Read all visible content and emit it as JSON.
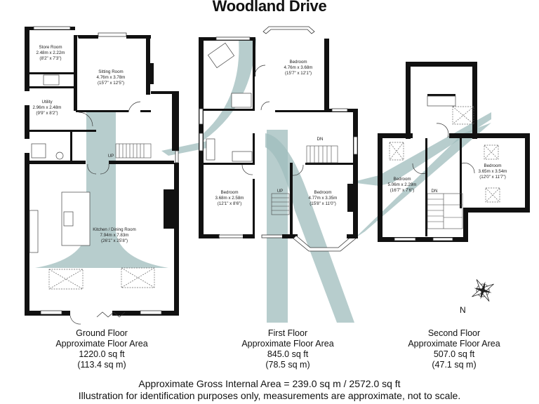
{
  "title": "Woodland Drive",
  "ground_floor": {
    "rooms": [
      {
        "name": "Store Room",
        "metric": "2.48m x 2.22m",
        "imperial": "(8'2\" x 7'3\")"
      },
      {
        "name": "Sitting Room",
        "metric": "4.76m x 3.78m",
        "imperial": "(15'7\" x 12'5\")"
      },
      {
        "name": "Utility",
        "metric": "2.96m x 2.48m",
        "imperial": "(9'9\" x 8'2\")"
      },
      {
        "name": "Kitchen / Dining Room",
        "metric": "7.94m x 7.83m",
        "imperial": "(26'1\" x 25'8\")"
      }
    ],
    "stairs": "UP",
    "label": "Ground Floor",
    "area_label": "Approximate Floor Area",
    "sqft": "1220.0 sq ft",
    "sqm": "(113.4 sq m)"
  },
  "first_floor": {
    "rooms": [
      {
        "name": "Bedroom",
        "metric": "4.76m x 3.68m",
        "imperial": "(15'7\" x 12'1\")"
      },
      {
        "name": "Bedroom",
        "metric": "3.68m x 2.58m",
        "imperial": "(12'1\" x 8'6\")"
      },
      {
        "name": "Bedroom",
        "metric": "4.77m x 3.35m",
        "imperial": "(15'8\" x 11'0\")"
      }
    ],
    "stairs_down": "DN",
    "stairs_up": "UP",
    "label": "First Floor",
    "area_label": "Approximate Floor Area",
    "sqft": "845.0 sq ft",
    "sqm": "(78.5 sq m)"
  },
  "second_floor": {
    "rooms": [
      {
        "name": "Bedroom",
        "metric": "5.06m x 2.29m",
        "imperial": "(16'7\" x 7'6\")"
      },
      {
        "name": "Bedroom",
        "metric": "3.65m x 3.54m",
        "imperial": "(12'0\" x 11'7\")"
      }
    ],
    "stairs_down": "DN",
    "label": "Second Floor",
    "area_label": "Approximate Floor Area",
    "sqft": "507.0 sq ft",
    "sqm": "(47.1 sq m)"
  },
  "compass": {
    "north_label": "N",
    "icon": "compass-rose-icon"
  },
  "footer": {
    "gross_area": "Approximate Gross Internal Area = 239.0 sq m / 2572.0 sq ft",
    "disclaimer": "Illustration for identification purposes only, measurements are approximate, not to scale."
  },
  "colors": {
    "watermark": "#9fbcbc",
    "walls": "#111111"
  }
}
